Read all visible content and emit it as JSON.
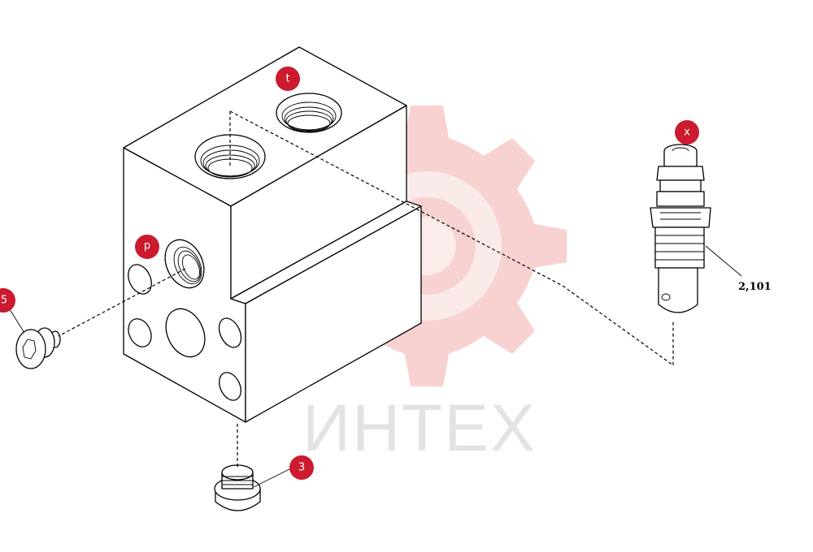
{
  "watermark": {
    "text": "ИНТЕХ",
    "color": "#f7c9c9",
    "text_color": "#e3e3e3"
  },
  "callout_color": "#cc1a2e",
  "callouts": {
    "t": "t",
    "x": "x",
    "p": "p",
    "five": "5",
    "three": "3"
  },
  "part_numbers": {
    "cartridge": "2,101"
  }
}
